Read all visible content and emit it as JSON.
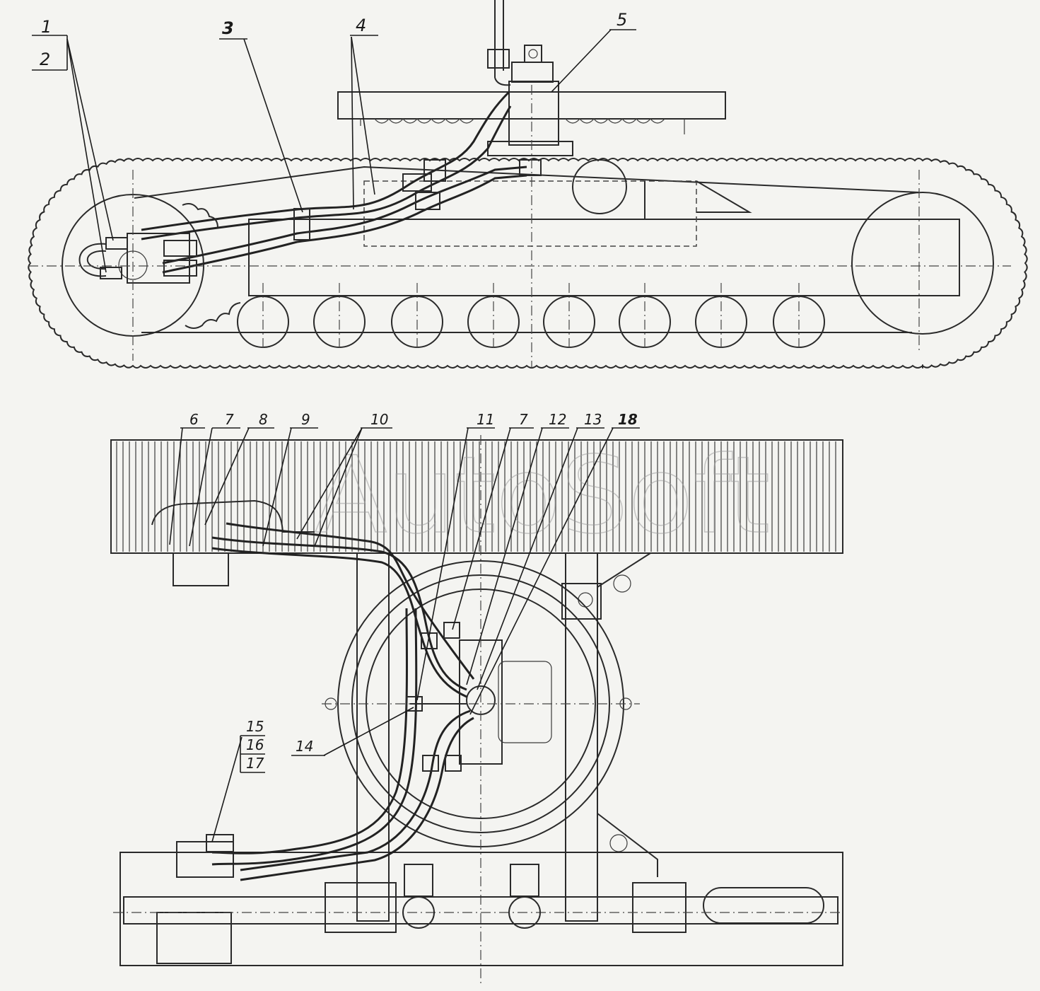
{
  "labels": {
    "l1": "1",
    "l2": "2",
    "l3": "3",
    "l4": "4",
    "l5": "5",
    "l6": "6",
    "l7a": "7",
    "l8": "8",
    "l9": "9",
    "l10": "10",
    "l11": "11",
    "l7b": "7",
    "l12": "12",
    "l13": "13",
    "l18": "18",
    "l14": "14",
    "l15": "15",
    "l16": "16",
    "l17": "17"
  },
  "watermark": "AutoSoft",
  "colors": {
    "paper": "#f4f4f1",
    "ink": "#2a2a2a"
  }
}
